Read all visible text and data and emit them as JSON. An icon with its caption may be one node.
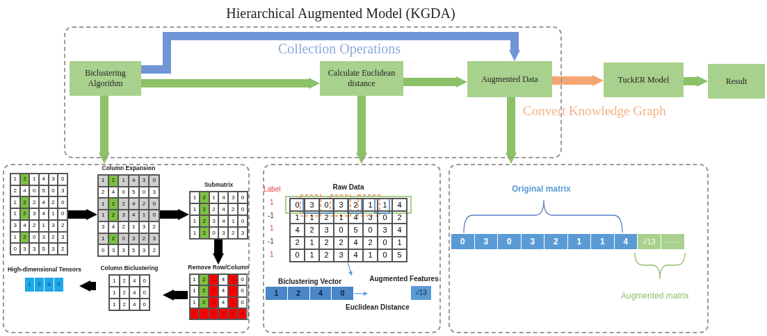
{
  "diagram": {
    "title": "Hierarchical Augmented Model (KGDA)",
    "nodes": [
      {
        "text": [],
        "shape": "box"
      },
      {
        "text": [
          "Biclustering Algorithm"
        ],
        "in": 0
      },
      {
        "text": [
          "Calculate Euclidean distance"
        ],
        "in": 0
      },
      {
        "text": [
          "Augmented Data"
        ],
        "in": 0
      },
      {
        "text": [
          "TuckER Model"
        ]
      },
      {
        "text": [
          "Result"
        ]
      },
      {
        "text": [],
        "shape": "box"
      },
      {
        "text": [
          "1",
          "2",
          "1",
          "4",
          "3",
          "0",
          "2",
          "4",
          "0",
          "5",
          "0",
          "3",
          "1",
          "2",
          "2",
          "4",
          "2",
          "0",
          "1",
          "2",
          "3",
          "4",
          "1",
          "0",
          "3",
          "4",
          "2",
          "1",
          "3",
          "2",
          "1",
          "2",
          "0",
          "3",
          "2",
          "3",
          "0",
          "3",
          "3",
          "5",
          "3",
          "2"
        ],
        "in": 6
      },
      {
        "text": [
          "Column Expansion",
          "1",
          "2",
          "1",
          "4",
          "3",
          "0",
          "2",
          "4",
          "0",
          "5",
          "0",
          "3",
          "1",
          "2",
          "2",
          "4",
          "2",
          "0",
          "1",
          "2",
          "3",
          "4",
          "1",
          "0",
          "3",
          "4",
          "2",
          "1",
          "3",
          "2",
          "1",
          "2",
          "0",
          "3",
          "2",
          "3",
          "0",
          "3",
          "3",
          "5",
          "3",
          "2"
        ],
        "in": 6
      },
      {
        "text": [
          "Submatrix",
          "1",
          "2",
          "1",
          "4",
          "3",
          "0",
          "1",
          "2",
          "2",
          "4",
          "2",
          "0",
          "1",
          "2",
          "3",
          "4",
          "1",
          "0",
          "1",
          "2",
          "0",
          "3",
          "2",
          "3"
        ],
        "in": 6
      },
      {
        "text": [
          "Remove Row/Column",
          "1",
          "2",
          "1",
          "4",
          "3",
          "0",
          "1",
          "2",
          "2",
          "4",
          "2",
          "0",
          "1",
          "2",
          "3",
          "4",
          "1",
          "0",
          "1",
          "2",
          "0",
          "3",
          "2",
          "3"
        ],
        "in": 6
      },
      {
        "text": [
          "Column Biclustering",
          "1",
          "2",
          "4",
          "0",
          "1",
          "2",
          "4",
          "0",
          "1",
          "2",
          "4",
          "0"
        ],
        "in": 6
      },
      {
        "text": [
          "High-dimensional Tensors",
          "1",
          "2",
          "4",
          "0"
        ],
        "in": 6
      },
      {
        "text": [],
        "shape": "box"
      },
      {
        "text": [
          "Raw Data",
          "0",
          "3",
          "0",
          "3",
          "2",
          "1",
          "1",
          "4",
          "1",
          "1",
          "2",
          "1",
          "4",
          "3",
          "0",
          "2",
          "4",
          "2",
          "3",
          "0",
          "5",
          "0",
          "3",
          "4",
          "2",
          "1",
          "2",
          "2",
          "4",
          "2",
          "0",
          "1",
          "0",
          "1",
          "2",
          "3",
          "4",
          "1",
          "0",
          "5"
        ],
        "in": 13
      },
      {
        "text": [
          "Biclustering Vector",
          "1",
          "2",
          "4",
          "0"
        ],
        "in": 13
      },
      {
        "text": [
          "Augmented Features",
          "√13"
        ],
        "in": 13
      },
      {
        "text": [],
        "shape": "box"
      },
      {
        "text": [
          "0",
          "3",
          "0",
          "3",
          "2",
          "1",
          "1",
          "4"
        ],
        "in": 17
      },
      {
        "text": [
          "√13",
          "······"
        ],
        "in": 17
      }
    ],
    "edges": [
      {
        "from": 1,
        "to": 2,
        "arrow": "to"
      },
      {
        "from": 1,
        "to": 3,
        "arrow": "to",
        "label": "Collection Operations",
        "color": "#6f95d6"
      },
      {
        "from": 2,
        "to": 3,
        "arrow": "to"
      },
      {
        "from": 3,
        "to": 4,
        "arrow": "to",
        "label": "Convert Knowledge Graph",
        "color": "#f4a672"
      },
      {
        "from": 4,
        "to": 5,
        "arrow": "to"
      },
      {
        "from": 1,
        "to": 6,
        "arrow": "to"
      },
      {
        "from": 2,
        "to": 13,
        "arrow": "to"
      },
      {
        "from": 3,
        "to": 17,
        "arrow": "to"
      },
      {
        "from": 7,
        "to": 8,
        "arrow": "to",
        "color": "#000000"
      },
      {
        "from": 8,
        "to": 9,
        "arrow": "to",
        "color": "#000000"
      },
      {
        "from": 9,
        "to": 10,
        "arrow": "to",
        "color": "#000000"
      },
      {
        "from": 10,
        "to": 11,
        "arrow": "to",
        "color": "#000000"
      },
      {
        "from": 11,
        "to": 12,
        "arrow": "to",
        "color": "#000000"
      },
      {
        "from": 14,
        "to": 15,
        "arrow": "to",
        "color": "#5b9bd5"
      },
      {
        "from": 15,
        "to": 16,
        "arrow": "to",
        "label": "Euclidean Distance",
        "color": "#5b9bd5"
      }
    ],
    "labels": [
      "Label",
      "1",
      "-1",
      "1",
      "-1",
      "1",
      "Original matrix",
      "Augmented matrix"
    ]
  }
}
